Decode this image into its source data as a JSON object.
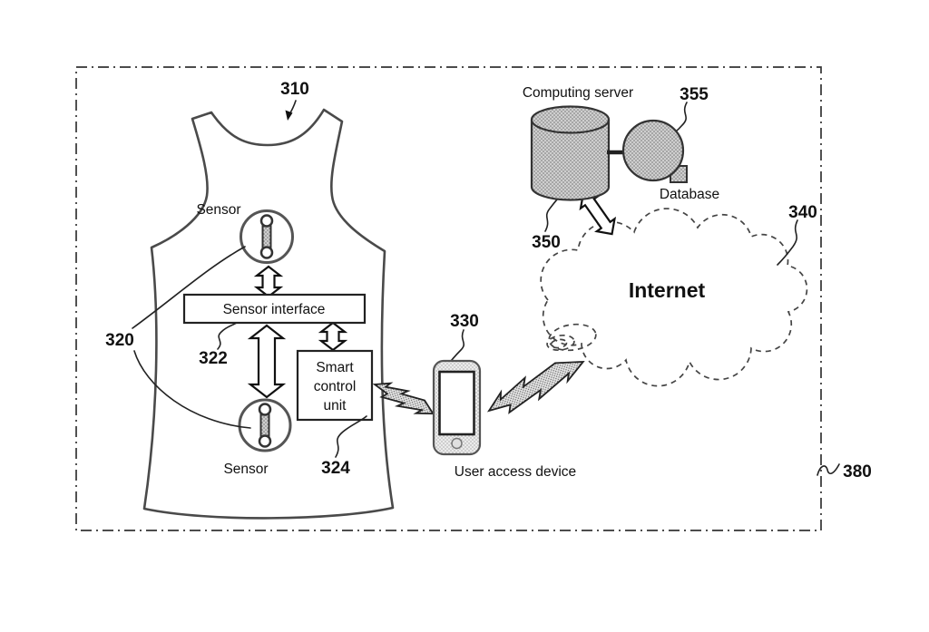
{
  "figure": {
    "system_ref": "380",
    "colors": {
      "ink": "#111111",
      "sketch_line": "#4a4a4a",
      "stipple_fill": "#cfcfcf",
      "bolt_fill": "#e4e4e4",
      "background": "#ffffff"
    }
  },
  "garment": {
    "ref": "310",
    "sensors_ref": "320",
    "sensor_top": {
      "label": "Sensor"
    },
    "sensor_bottom": {
      "label": "Sensor"
    },
    "sensor_interface": {
      "label": "Sensor interface",
      "ref": "322"
    },
    "smart_control_unit": {
      "line1": "Smart",
      "line2": "control",
      "line3": "unit",
      "ref": "324"
    }
  },
  "user_access_device": {
    "label": "User access device",
    "ref": "330"
  },
  "internet_cloud": {
    "label": "Internet",
    "ref": "340"
  },
  "computing_server": {
    "label": "Computing server",
    "ref": "350"
  },
  "database": {
    "label": "Database",
    "ref": "355"
  }
}
